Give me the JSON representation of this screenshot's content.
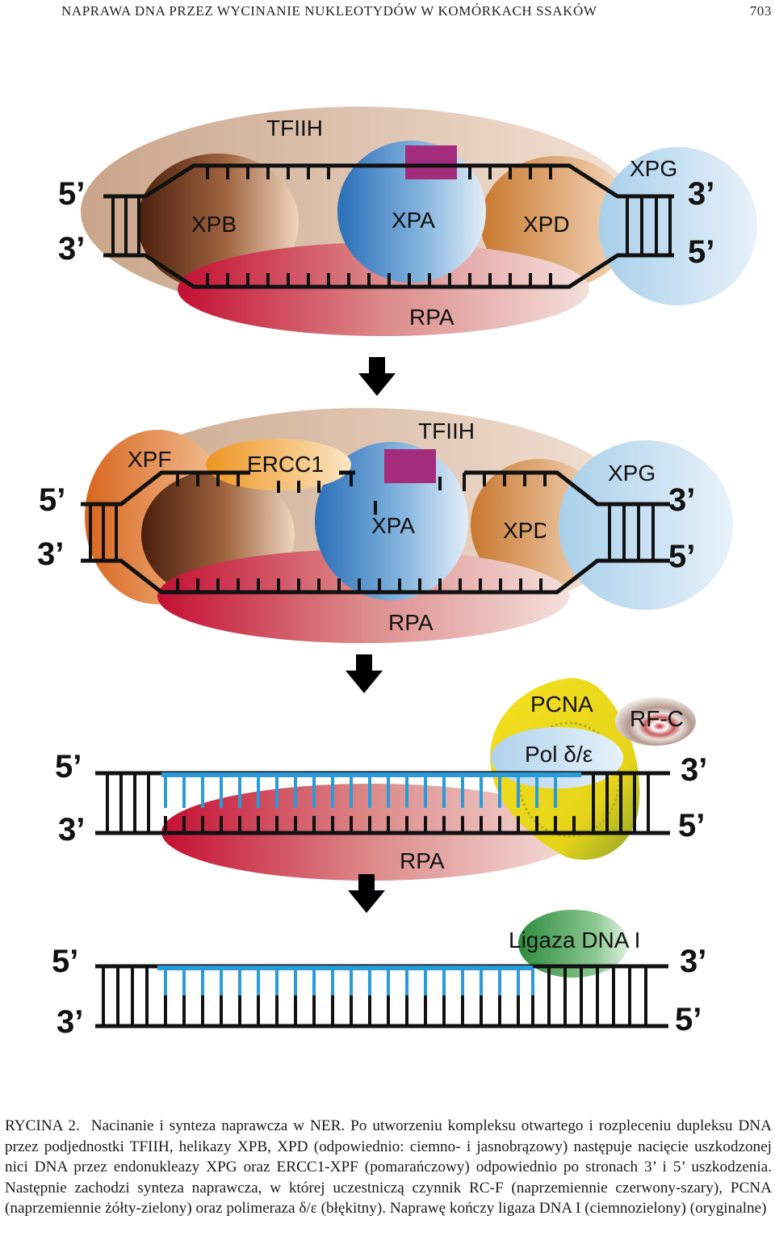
{
  "header": {
    "title": "NAPRAWA DNA PRZEZ WYCINANIE NUKLEOTYDÓW W KOMÓRKACH SSAKÓW",
    "page_number": "703"
  },
  "figure": {
    "colors": {
      "tfiih": "#e6c6b0",
      "xpb_dark": "#5a2a14",
      "xpd_orange": "#d88a3c",
      "xpa_blue": "#3d84c8",
      "xpg_lightblue": "#b8d8ee",
      "rpa_red": "#c8173a",
      "damage_magenta": "#a02a7a",
      "xpf_orange": "#e07a2c",
      "ercc1": "#f0a030",
      "pcna_yellow": "#f0dc1e",
      "pol_blue": "#c2dcef",
      "new_strand": "#2a9ad8",
      "ligase_green": "#3a9a48"
    },
    "panel1": {
      "tfiih": "TFIIH",
      "xpb": "XPB",
      "xpa": "XPA",
      "xpd": "XPD",
      "xpg": "XPG",
      "rpa": "RPA",
      "left_top": "5’",
      "left_bottom": "3’",
      "right_top": "3’",
      "right_bottom": "5’"
    },
    "panel2": {
      "tfiih": "TFIIH",
      "xpf": "XPF",
      "ercc1": "ERCC1",
      "xpa": "XPA",
      "xpd": "XPD",
      "xpg": "XPG",
      "rpa": "RPA",
      "left_top": "5’",
      "left_bottom": "3’",
      "right_top": "3’",
      "right_bottom": "5’"
    },
    "panel3": {
      "pcna": "PCNA",
      "rfc": "RF-C",
      "pol": "Pol δ/ε",
      "rpa": "RPA",
      "left_top": "5’",
      "left_bottom": "3’",
      "right_top": "3’",
      "right_bottom": "5’"
    },
    "panel4": {
      "ligase": "Ligaza DNA I",
      "left_top": "5’",
      "left_bottom": "3’",
      "right_top": "3’",
      "right_bottom": "5’"
    }
  },
  "caption": {
    "label": "RYCINA 2.",
    "text": "Nacinanie i synteza naprawcza w NER. Po utworzeniu kompleksu otwartego i rozpleceniu dupleksu DNA przez podjednostki TFIIH, helikazy XPB, XPD (odpowiednio: ciemno- i jasnobrązowy) następuje nacięcie uszkodzonej nici DNA przez endonukleazy XPG oraz ERCC1-XPF (pomarańczowy) odpowiednio po stronach 3’ i 5’ uszkodzenia. Następnie zachodzi synteza naprawcza, w której uczestniczą czynnik RC-F (naprzemiennie czerwony-szary), PCNA (naprzemiennie żółty-zielony) oraz polimeraza δ/ε (błękitny). Naprawę kończy ligaza DNA I (ciemnozielony) (oryginalne)"
  }
}
